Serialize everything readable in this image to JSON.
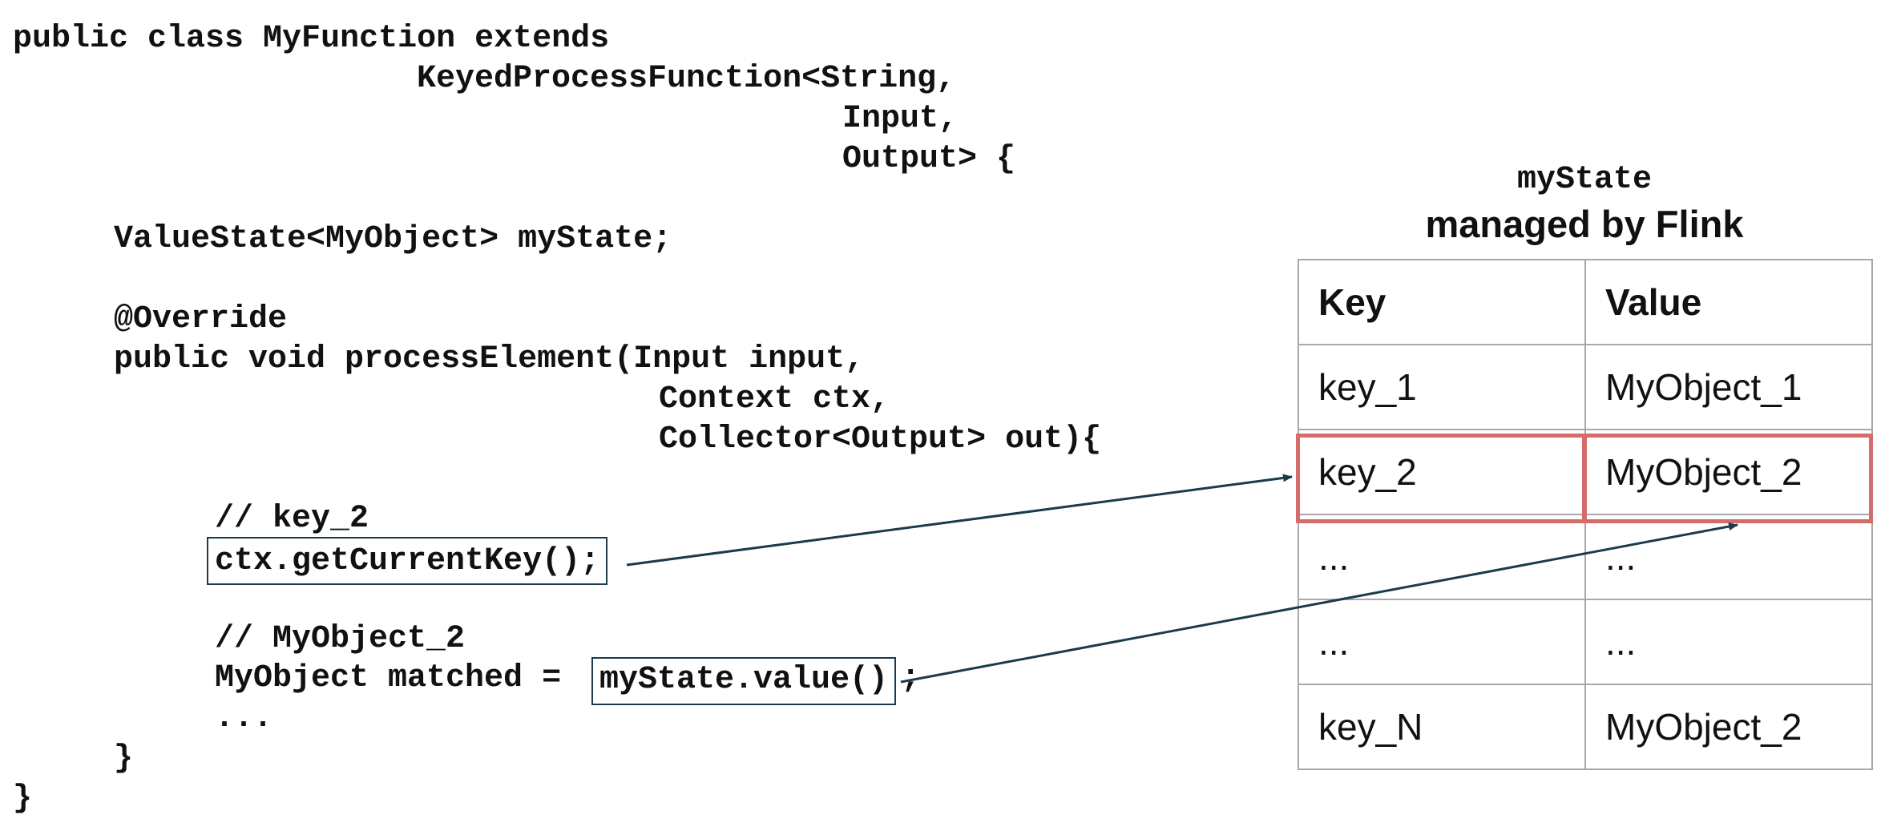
{
  "code": {
    "line1": "public class MyFunction extends",
    "line2": "KeyedProcessFunction<String,",
    "line3": "Input,",
    "line4": "Output> {",
    "line5": "ValueState<MyObject> myState;",
    "line6": "@Override",
    "line7": "public void processElement(Input input,",
    "line8": "Context ctx,",
    "line9": "Collector<Output> out){",
    "comment_key": "// key_2",
    "get_current_key": "ctx.getCurrentKey();",
    "comment_obj": "// MyObject_2",
    "matched_prefix": "MyObject matched = ",
    "state_value": "myState.value()",
    "matched_suffix": ";",
    "ellipsis": "...",
    "close_method": "}",
    "close_class": "}"
  },
  "state_panel": {
    "name": "myState",
    "subtitle": "managed by Flink",
    "header_key": "Key",
    "header_value": "Value",
    "rows": [
      {
        "key": "key_1",
        "value": "MyObject_1"
      },
      {
        "key": "key_2",
        "value": "MyObject_2"
      },
      {
        "key": "...",
        "value": "..."
      },
      {
        "key": "...",
        "value": "..."
      },
      {
        "key": "key_N",
        "value": "MyObject_2"
      }
    ]
  },
  "colors": {
    "highlight": "#d66b6b",
    "arrow": "#1b3a4b",
    "box_border": "#1b3a4b",
    "table_border": "#a8a8a8"
  }
}
